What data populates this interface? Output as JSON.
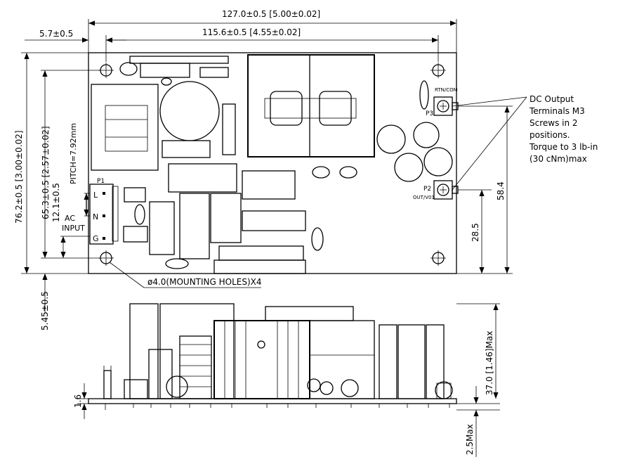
{
  "dimensions": {
    "overall_width": "127.0±0.5 [5.00±0.02]",
    "hole_span": "115.6±0.5 [4.55±0.02]",
    "edge_offset": "5.7±0.5",
    "overall_height": "76.2±0.5 [3.00±0.02]",
    "hole_height": "65.3±0.5 [2.57±0.02]",
    "p1_offset": "12.1±0.5",
    "pitch": "PITCH=7.92mm",
    "bottom_offset": "5.45±0.5",
    "p3_height": "58.4",
    "p2_height": "28.5",
    "component_height": "37.0 [1.46]Max",
    "pcb_thickness": "1.6",
    "pin_length": "2.5Max"
  },
  "labels": {
    "mounting_holes": "ø4.0(MOUNTING HOLES)X4",
    "ac_input_line1": "AC",
    "ac_input_line2": "INPUT",
    "p1": "P1",
    "pin_l": "L",
    "pin_n": "N",
    "pin_g": "G",
    "p2": "P2",
    "p3": "P3",
    "rtn_com": "RTN/COM",
    "out_v01": "OUT/V01"
  },
  "note": {
    "line1": "DC Output",
    "line2": "Terminals M3",
    "line3": "Screws in 2",
    "line4": "positions.",
    "line5": "Torque to 3 lb-in",
    "line6": "(30 cNm)max"
  }
}
